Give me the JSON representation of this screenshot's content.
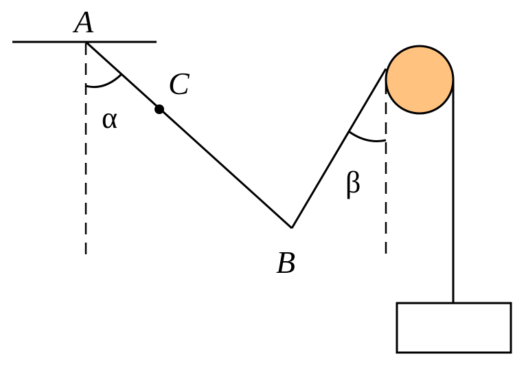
{
  "labels": {
    "point_a": "A",
    "point_b": "B",
    "point_c": "C",
    "angle_alpha": "α",
    "angle_beta": "β"
  },
  "colors": {
    "pulley_fill": "#FFC27F",
    "line": "#000000",
    "background": "#FFFFFF"
  }
}
